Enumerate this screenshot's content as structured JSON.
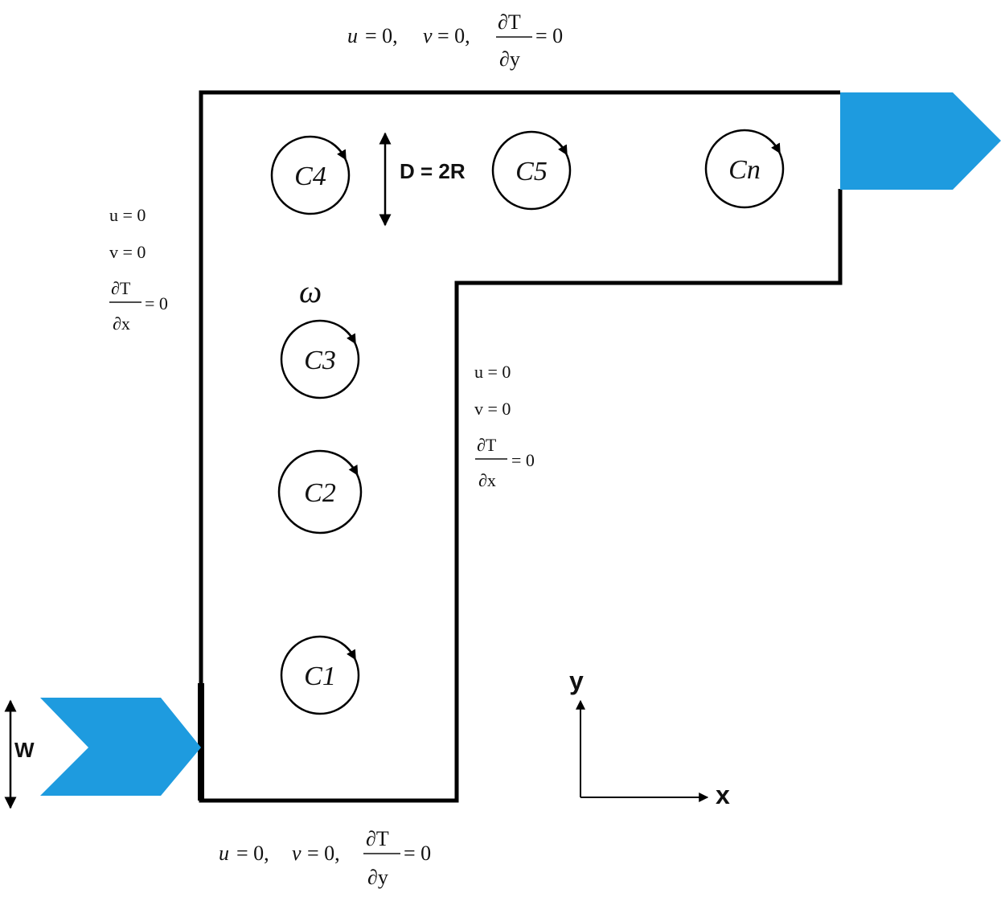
{
  "boundary_conditions": {
    "top": {
      "u": "u",
      "eq0": "= 0,",
      "v": "v",
      "eq1": "= 0,",
      "dT": "∂T",
      "dy": "∂y",
      "eq2": "= 0"
    },
    "bottom": {
      "u": "u",
      "eq0": "= 0,",
      "v": "v",
      "eq1": "= 0,",
      "dT": "∂T",
      "dy": "∂y",
      "eq2": "= 0"
    },
    "left": {
      "u_line": "u = 0",
      "v_line": "v = 0",
      "dT": "∂T",
      "dx": "∂x",
      "eq": "= 0"
    },
    "inner": {
      "u_line": "u = 0",
      "v_line": "v = 0",
      "dT": "∂T",
      "dx": "∂x",
      "eq": "= 0"
    }
  },
  "cylinders": [
    {
      "label": "C1"
    },
    {
      "label": "C2"
    },
    {
      "label": "C3"
    },
    {
      "label": "C4"
    },
    {
      "label": "C5"
    },
    {
      "label": "Cn"
    }
  ],
  "omega_label": "ω",
  "diameter_label": "D = 2R",
  "inlet_width_label": "W",
  "axes": {
    "x_label": "x",
    "y_label": "y"
  },
  "colors": {
    "flow_arrow": "#1E9BDF",
    "walls": "#000000"
  }
}
